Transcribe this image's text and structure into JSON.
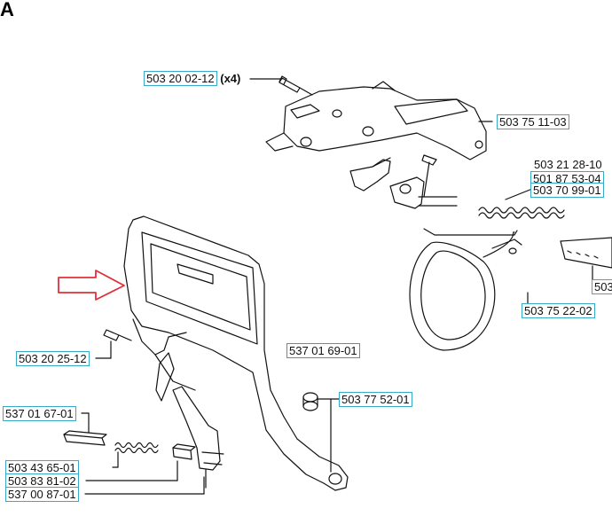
{
  "corner_letter": "A",
  "labels": {
    "p1": "503 20 02-12",
    "p1_qty": "(x4)",
    "p2": "503 75 11-03",
    "p3": "503 21 28-10",
    "p4": "501 87 53-04",
    "p5": "503 70 99-01",
    "p6": "503 75 22-02",
    "p7": "503",
    "p8": "503 20 25-12",
    "p9": "537 01 69-01",
    "p10": "503 77 52-01",
    "p11": "537 01 67-01",
    "p12": "503 43 65-01",
    "p13": "503 83 81-02",
    "p14": "537 00 87-01"
  },
  "colors": {
    "box_border": "#39a9c9",
    "highlight_border": "#e0603a",
    "arrow": "#e0313a",
    "line": "#111111"
  }
}
